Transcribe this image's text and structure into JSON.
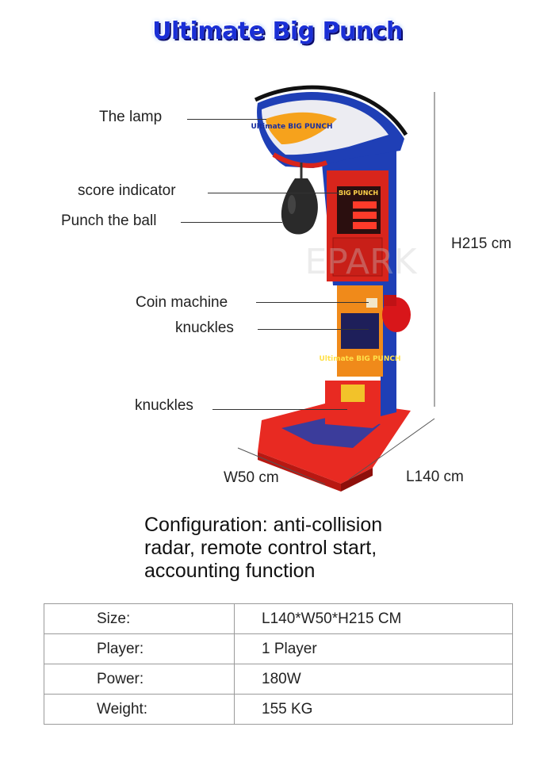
{
  "title": "Ultimate Big Punch",
  "labels": {
    "lamp": "The lamp",
    "score": "score indicator",
    "ball": "Punch the ball",
    "coin": "Coin machine",
    "knuckles1": "knuckles",
    "knuckles2": "knuckles"
  },
  "dimensions": {
    "height": "H215 cm",
    "width": "W50 cm",
    "length": "L140 cm"
  },
  "machine_text": {
    "header_logo": "Ultimate BIG PUNCH",
    "score_logo": "BIG PUNCH",
    "panel_logo": "Ultimate BIG PUNCH",
    "watermark": "EPARK"
  },
  "configuration": {
    "line1": "Configuration: anti-collision",
    "line2": "radar, remote control start,",
    "line3": "accounting function"
  },
  "specs": [
    {
      "key": "Size:",
      "value": "L140*W50*H215 CM"
    },
    {
      "key": "Player:",
      "value": "1 Player"
    },
    {
      "key": "Power:",
      "value": "180W"
    },
    {
      "key": "Weight:",
      "value": "155 KG"
    }
  ]
}
